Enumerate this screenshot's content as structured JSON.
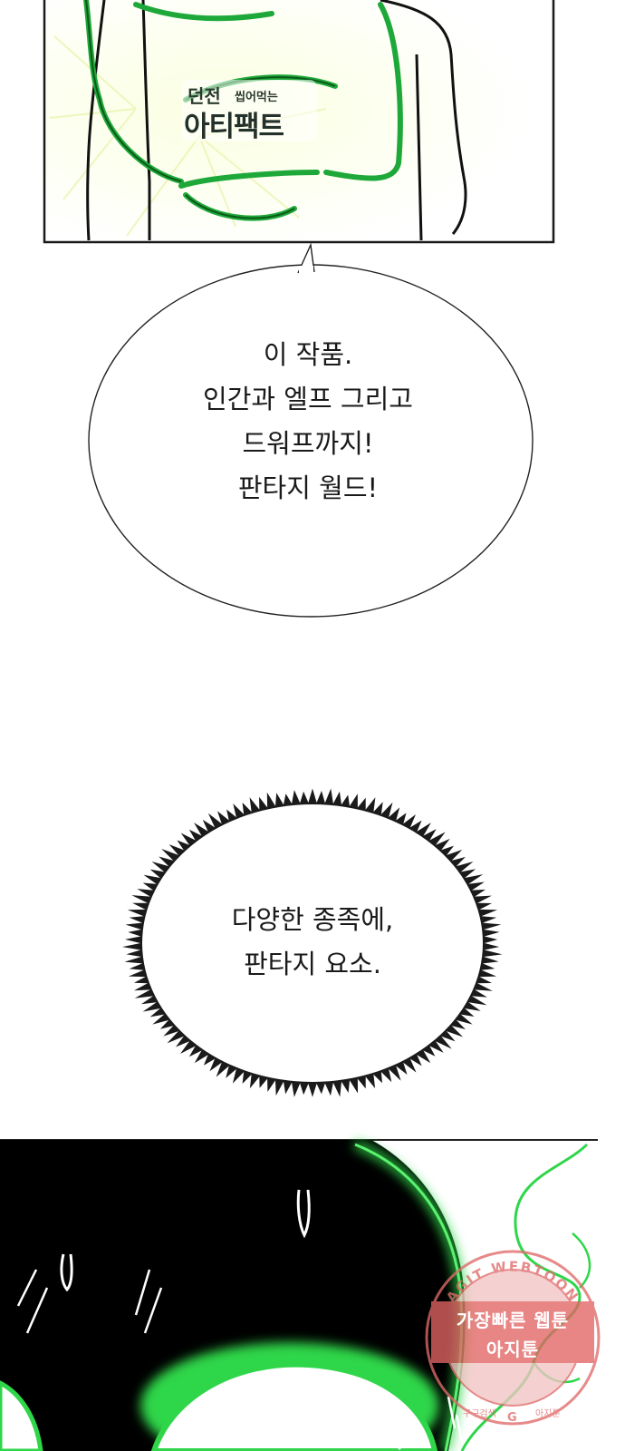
{
  "panel1": {
    "logo": {
      "line1_left": "던전",
      "line1_right": "씹어먹는",
      "line2": "아티팩트"
    }
  },
  "bubble1": {
    "lines": [
      "이 작품.",
      "인간과 엘프 그리고",
      "드워프까지!",
      "판타지 월드!"
    ]
  },
  "bubble2": {
    "lines": [
      "다양한 종족에,",
      "판타지 요소."
    ]
  },
  "watermark": {
    "arc_text": "AGIT WEBTOON",
    "line1": "가장빠른 웹툰",
    "line2": "아지툰",
    "bottom_left": "구구검색",
    "bottom_center": "G",
    "bottom_right": "아지툰"
  },
  "colors": {
    "glow_green": "#2fd64a",
    "dark_green": "#0c6a1c",
    "ink": "#111111",
    "watermark_red": "#e04848"
  }
}
